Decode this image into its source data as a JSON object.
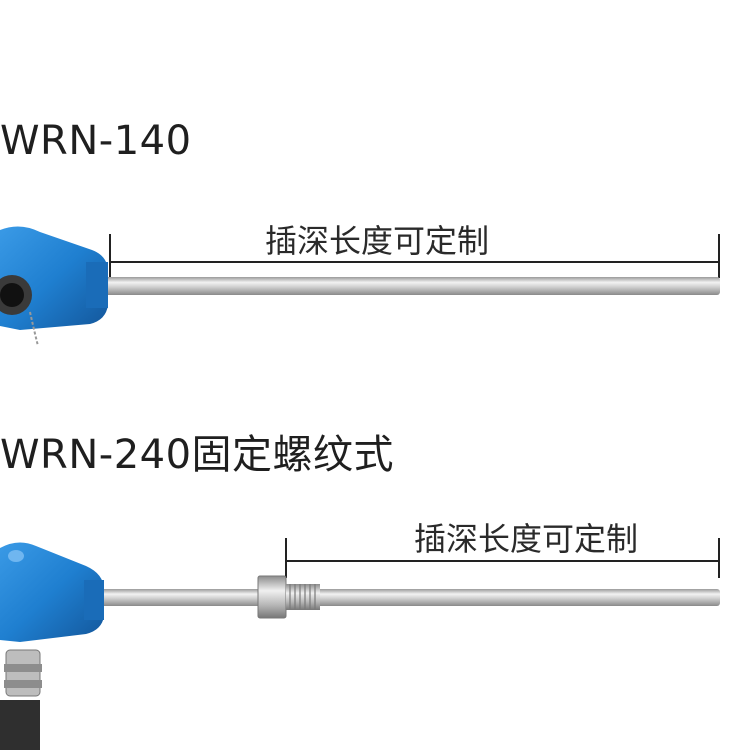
{
  "products": [
    {
      "model": "WRN-140",
      "dimension_label": "插深长度可定制"
    },
    {
      "model": "WRN-240固定螺纹式",
      "dimension_label": "插深长度可定制"
    }
  ],
  "colors": {
    "housing_blue": "#1f7fd0",
    "housing_blue_dark": "#13569a",
    "probe_steel": "#c9c9c9",
    "text": "#1f1f1f"
  }
}
